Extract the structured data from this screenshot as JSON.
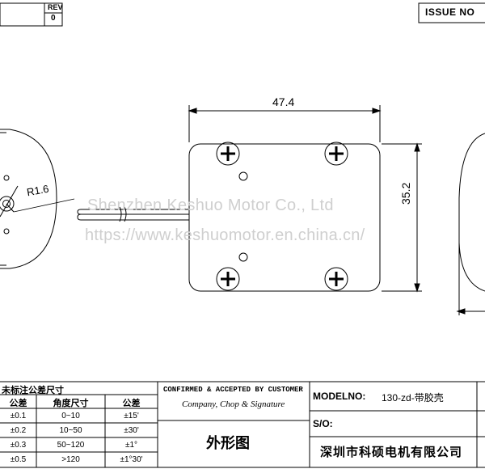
{
  "title_block_top": {
    "rev_label": "REV",
    "rev_value": "0",
    "issue_label": "ISSUE  NO"
  },
  "dimensions": {
    "width": "47.4",
    "height": "35.2",
    "radius": "R1.6"
  },
  "watermarks": {
    "line1": "Shenzhen Keshuo Motor Co., Ltd",
    "line2": "https://www.keshuomotor.en.china.cn/"
  },
  "tolerance_table": {
    "title": "未标注公差尺寸",
    "headers": [
      "公差",
      "角度尺寸",
      "公差"
    ],
    "rows": [
      [
        "±0.1",
        "0~10",
        "±15'"
      ],
      [
        "±0.2",
        "10~50",
        "±30'"
      ],
      [
        "±0.3",
        "50~120",
        "±1°"
      ],
      [
        "±0.5",
        ">120",
        "±1°30'"
      ]
    ]
  },
  "approval": {
    "line1": "CONFIRMED & ACCEPTED BY CUSTOMER",
    "line2": "Company, Chop & Signature",
    "drawing_name": "外形图"
  },
  "model": {
    "label": "MODELNO:",
    "value": "130-zd-带胶壳",
    "so_label": "S/O:",
    "company": "深圳市科硕电机有限公司"
  }
}
